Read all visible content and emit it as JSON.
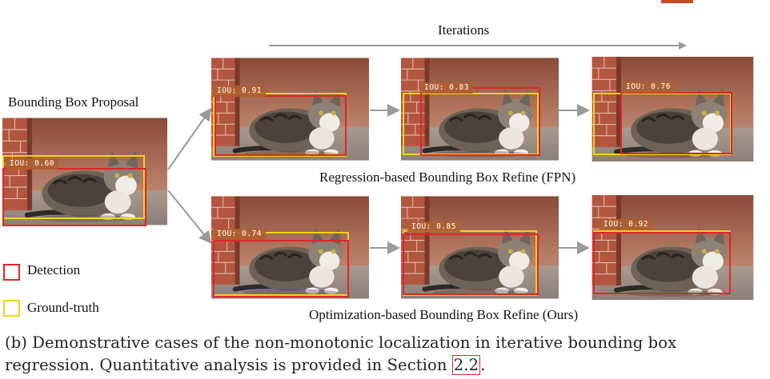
{
  "figure": {
    "iterations_label": "Iterations",
    "proposal_title": "Bounding Box Proposal",
    "proposal_iou": "IOU: 0.60",
    "row1_title": "Regression-based Bounding Box Refine (FPN)",
    "row2_title": "Optimization-based Bounding Box Refine (Ours)",
    "row1_ious": [
      "IOU: 0.91",
      "IOU: 0.83",
      "IOU: 0.76"
    ],
    "row2_ious": [
      "IOU: 0.74",
      "IOU: 0.85",
      "IOU: 0.92"
    ],
    "legend": {
      "detection": "Detection",
      "ground_truth": "Ground-truth",
      "detection_color": "#e0262b",
      "ground_truth_color": "#f2d21a"
    },
    "caption_line1": "(b) Demonstrative cases of the non-monotonic localization in iterative bounding box",
    "caption_line2_prefix": "regression. Quantitative analysis is provided in Section ",
    "caption_ref": "2.2",
    "caption_line2_suffix": "."
  }
}
